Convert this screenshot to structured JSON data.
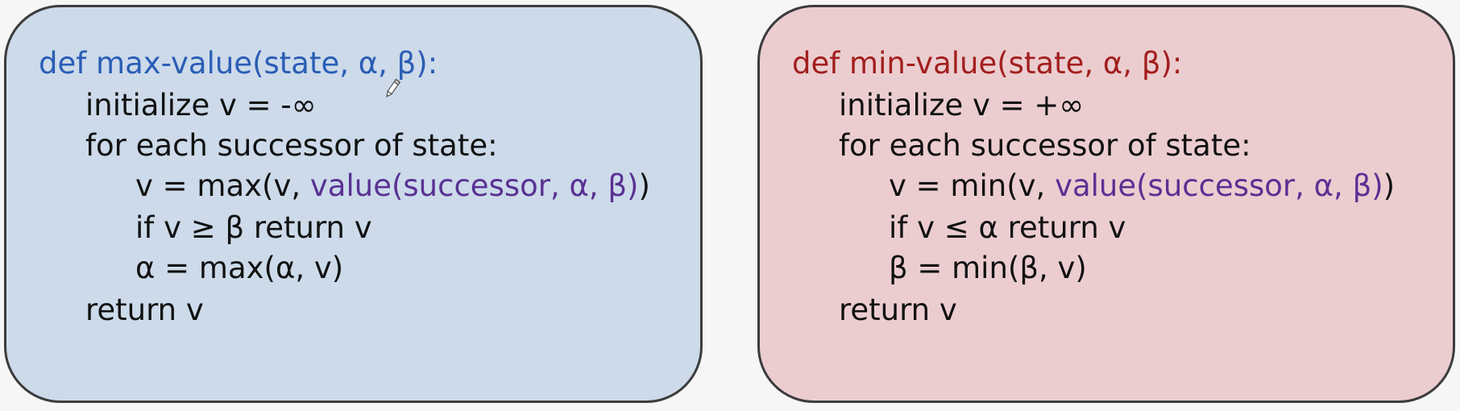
{
  "colors": {
    "max_fill": "#ccdaea",
    "min_fill": "#ebcdd0",
    "max_signature": "#2a5db5",
    "min_signature": "#a21f1d",
    "value_call": "#5a3193",
    "text": "#111111"
  },
  "icons": [
    "pencil-cursor-icon"
  ],
  "max_value": {
    "signature": "def max-value(state, α, β):",
    "line1": "initialize v = -∞",
    "line2": "for each successor of state:",
    "line3_pre": "v = max(v, ",
    "line3_call": "value(successor, α, β)",
    "line3_post": ")",
    "line4": "if v ≥ β return v",
    "line5": "α = max(α, v)",
    "line6": "return v"
  },
  "min_value": {
    "signature": "def min-value(state, α, β):",
    "line1": "initialize v = +∞",
    "line2": "for each successor of state:",
    "line3_pre": "v = min(v, ",
    "line3_call": "value(successor, α, β)",
    "line3_post": ")",
    "line4": "if v ≤ α return v",
    "line5": "β = min(β, v)",
    "line6": "return v"
  }
}
